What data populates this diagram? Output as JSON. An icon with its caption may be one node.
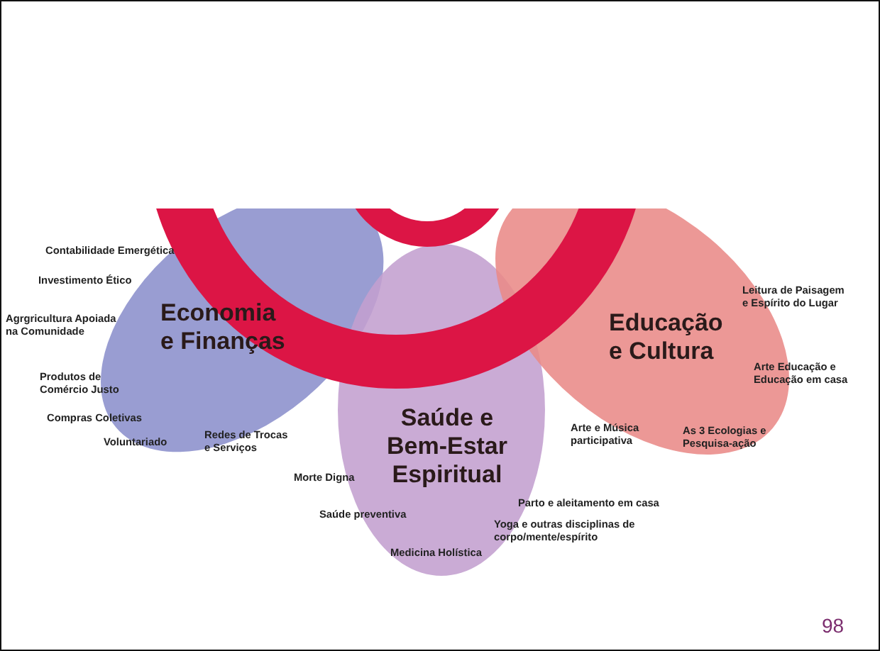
{
  "diagram": {
    "nodes": [
      {
        "text": [
          "Economia e Finanças"
        ]
      },
      {
        "text": [
          "Saúde e Bem-Estar Espiritual"
        ]
      },
      {
        "text": [
          "Educação e Cultura"
        ]
      }
    ],
    "labels": [
      "Contabilidade Emergética",
      "Investimento Ético",
      "Agrgricultura Apoiada na Comunidade",
      "Produtos de Comércio Justo",
      "Compras Coletivas",
      "Voluntariado",
      "Redes de Trocas e Serviços",
      "Morte Digna",
      "Saúde preventiva",
      "Medicina Holística",
      "Parto e aleitamento em casa",
      "Yoga e outras disciplinas de corpo/mente/espírito",
      "Arte e Música participativa",
      "As 3 Ecologias e Pesquisa-ação",
      "Arte Educação e Educação em casa",
      "Leitura de Paisagem e Espírito do Lugar",
      "98"
    ]
  }
}
